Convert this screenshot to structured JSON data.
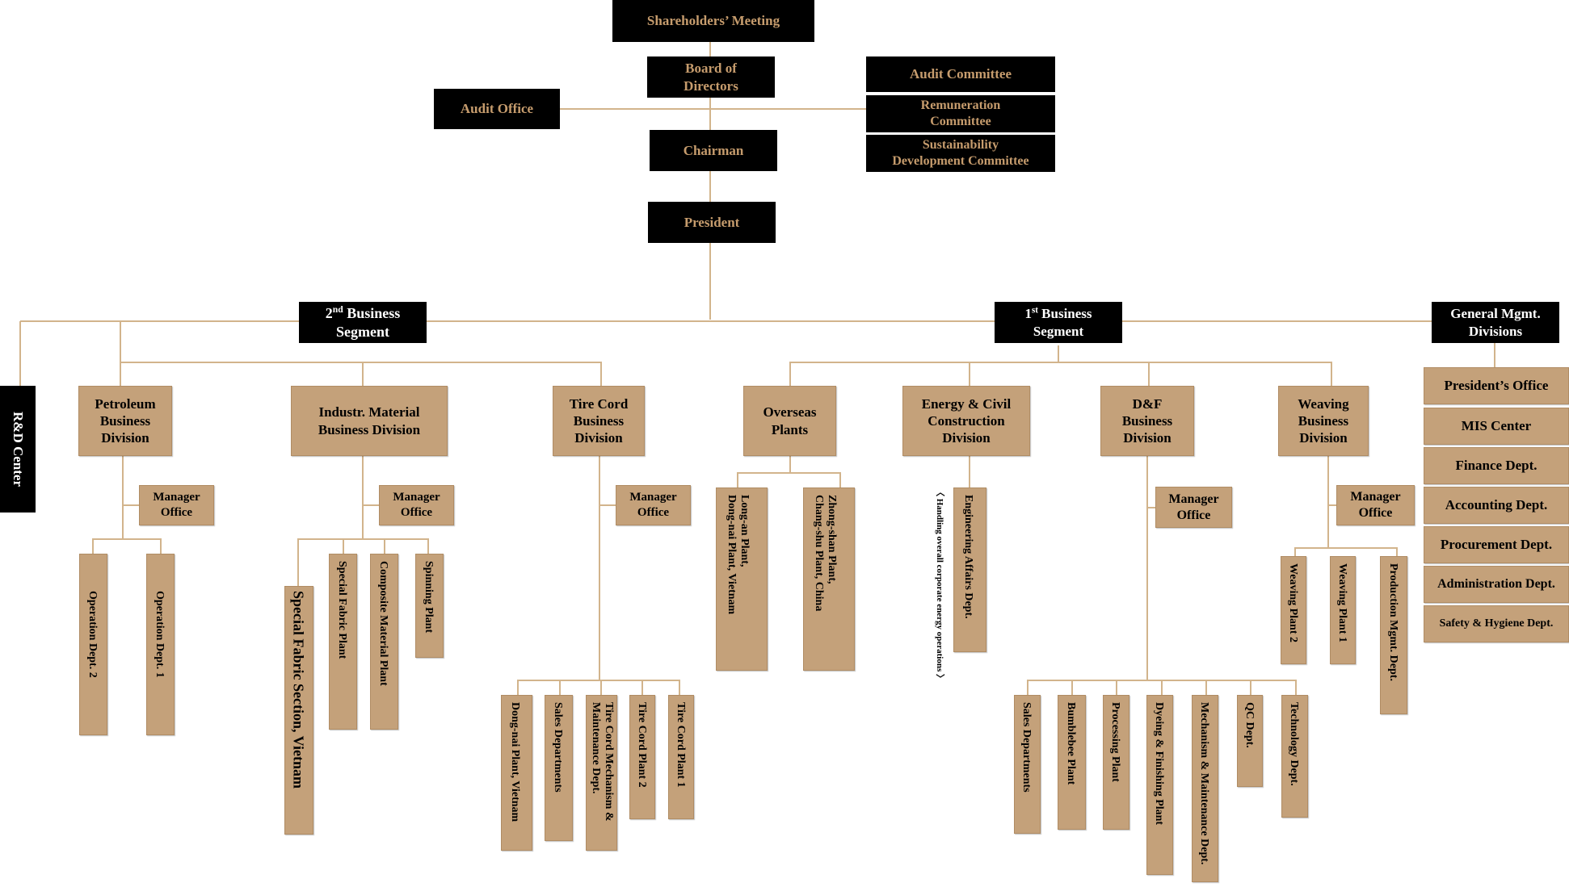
{
  "colors": {
    "dark_box": "#000000",
    "dark_box_text": "#c69c6d",
    "tan_box": "#c4a17a",
    "connector": "#d2b48c"
  },
  "top": {
    "shareholders": "Shareholders’ Meeting",
    "board": "Board of\nDirectors",
    "audit_office": "Audit  Office",
    "audit_committee": "Audit  Committee",
    "remuneration": "Remuneration\nCommittee",
    "sustainability": "Sustainability\nDevelopment Committee",
    "chairman": "Chairman",
    "president": "President"
  },
  "segments": {
    "second": {
      "num": "2",
      "sup": "nd",
      "title": " Business",
      "line2": "Segment"
    },
    "first": {
      "num": "1",
      "sup": "st",
      "title": " Business",
      "line2": "Segment"
    },
    "general": "General Mgmt.\nDivisions",
    "rd_center": "R&D Center"
  },
  "second_segment": {
    "petroleum": {
      "title": "Petroleum\nBusiness\nDivision",
      "manager": "Manager\nOffice",
      "units": [
        "Operation Dept. 2",
        "Operation Dept. 1"
      ]
    },
    "industrial": {
      "title": "Industr. Material\nBusiness Division",
      "manager": "Manager\nOffice",
      "units": [
        "Special Fabric Section, Vietnam",
        "Special Fabric Plant",
        "Composite Material Plant",
        "Spinning Plant"
      ]
    },
    "tire_cord": {
      "title": "Tire Cord\nBusiness\nDivision",
      "manager": "Manager\nOffice",
      "units": [
        "Dong-nai Plant, Vietnam",
        "Sales Departments",
        "Tire Cord Mechanism &\nMaintenance Dept.",
        "Tire Cord Plant 2",
        "Tire Cord Plant 1"
      ]
    }
  },
  "first_segment": {
    "overseas": {
      "title": "Overseas\nPlants",
      "units": [
        "Long-an Plant,\nDong-nai Plant,      Vietnam",
        "Zhong-shan Plant,\nChang-shu Plant,      China"
      ]
    },
    "energy": {
      "title": "Energy & Civil\nConstruction\nDivision",
      "units": [
        "Engineering Affairs Dept."
      ],
      "note": "〈 Handling overall corporate energy operations 〉"
    },
    "df": {
      "title": "D&F\nBusiness\nDivision",
      "manager": "Manager\nOffice",
      "units": [
        "Sales Departments",
        "Bumblebee Plant",
        "Processing Plant",
        "Dyeing & Finishing Plant",
        "Mechanism & Maintenance Dept.",
        "QC Dept.",
        "Technology Dept."
      ]
    },
    "weaving": {
      "title": "Weaving\nBusiness\nDivision",
      "manager": "Manager\nOffice",
      "units": [
        "Weaving Plant 2",
        "Weaving Plant 1",
        "Production Mgmt. Dept."
      ]
    }
  },
  "general_mgmt": {
    "items": [
      "President’s Office",
      "MIS Center",
      "Finance Dept.",
      "Accounting Dept.",
      "Procurement Dept.",
      "Administration Dept.",
      "Safety & Hygiene Dept."
    ]
  }
}
